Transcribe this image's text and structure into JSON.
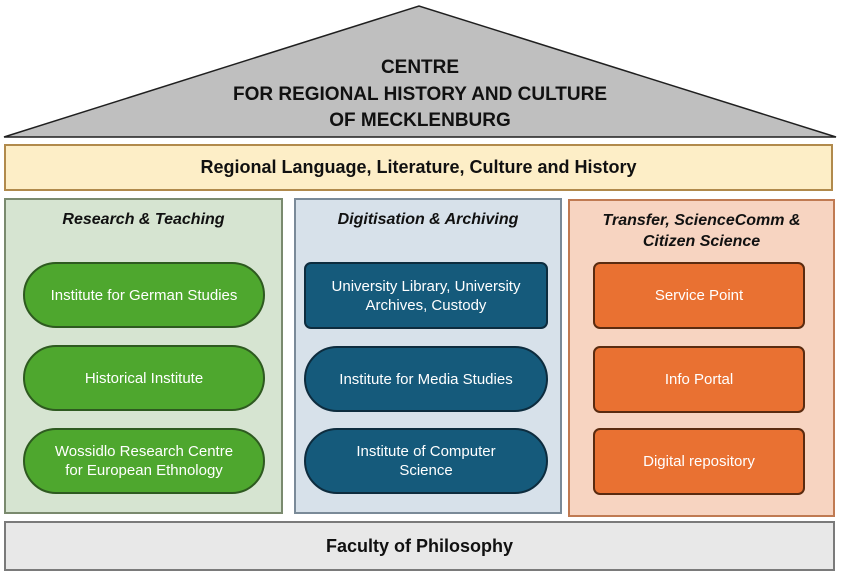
{
  "roof": {
    "title_lines": [
      "CENTRE",
      "FOR REGIONAL HISTORY AND CULTURE",
      "OF MECKLENBURG"
    ],
    "fill_color": "#bfbfbf"
  },
  "band": {
    "label": "Regional Language, Literature, Culture and History",
    "color": "#fdeec7"
  },
  "columns": [
    {
      "title": "Research & Teaching",
      "color": "#d6e4d1",
      "box_color": "#4ea72e",
      "items": [
        "Institute for German Studies",
        "Historical Institute",
        "Wossidlo Research Centre for European Ethnology"
      ]
    },
    {
      "title": "Digitisation & Archiving",
      "color": "#d7e1ea",
      "box_color": "#155a7b",
      "items": [
        "University Library, University Archives, Custody",
        "Institute for Media Studies",
        "Institute of Computer Science"
      ]
    },
    {
      "title": "Transfer, ScienceComm & Citizen Science",
      "color": "#f7d4c1",
      "box_color": "#e97132",
      "items": [
        "Service Point",
        "Info Portal",
        "Digital repository"
      ]
    }
  ],
  "footer": {
    "label": "Faculty of Philosophy",
    "color": "#e8e8e8"
  }
}
